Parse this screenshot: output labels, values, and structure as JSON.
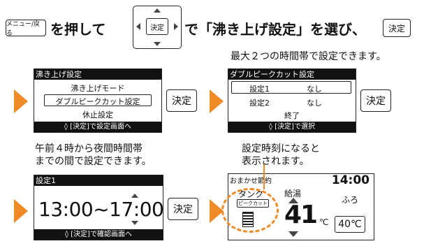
{
  "instruction": {
    "menu_button": "メニュー/戻る",
    "text1": "を押して",
    "dpad_center": "決定",
    "text2": "で「沸き上げ設定」を選び、",
    "kettei_button": "決定"
  },
  "panel1": {
    "title": "沸き上げ設定",
    "items": [
      "沸き上げモード",
      "ダブルピークカット設定",
      "休止設定"
    ],
    "footer": "[決定]で設定画面へ",
    "button": "決定"
  },
  "note_top_right": "最大２つの時間帯で設定できます。",
  "panel2": {
    "title": "ダブルピークカット設定",
    "rows": [
      {
        "label": "設定1",
        "value": "なし"
      },
      {
        "label": "設定2",
        "value": "なし"
      }
    ],
    "end": "終了",
    "footer": "[決定]で選択",
    "button": "決定"
  },
  "note_bottom_left": [
    "午前４時から夜間時間帯",
    "までの間で設定できます。"
  ],
  "panel3": {
    "title": "設定1",
    "time_start": "13:00",
    "separator": "~",
    "time_end": "17:00",
    "footer": "[決定]で確認画面へ",
    "button": "決定"
  },
  "note_bottom_right": [
    "設定時刻になると",
    "表示されます。"
  ],
  "panel4": {
    "mode": "おまかせ節約",
    "clock": "14:00",
    "tank_label": "タンク",
    "peak_cut_badge": "ピークカット",
    "kyuto_label": "給湯",
    "furo_label": "ふろ",
    "temperature": "41",
    "temp_unit": "℃",
    "bath_temp": "40℃"
  },
  "colors": {
    "accent_arrow": "#f08a24",
    "dashed_circle": "#f08a24",
    "panel_dark": "#111111"
  }
}
